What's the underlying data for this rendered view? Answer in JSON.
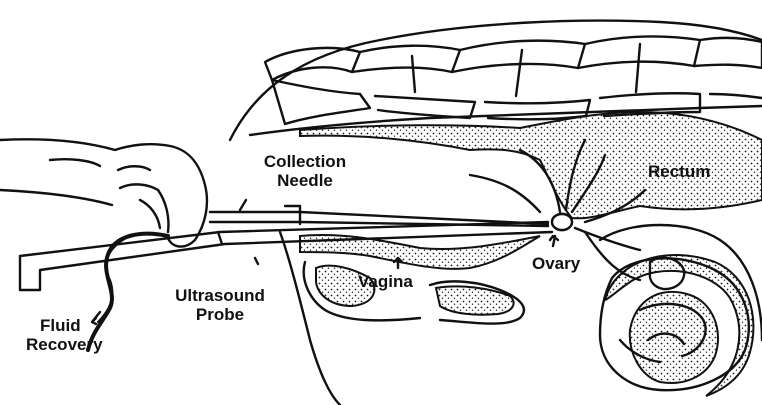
{
  "labels": {
    "collection_needle": [
      "Collection",
      "Needle"
    ],
    "rectum": "Rectum",
    "ultrasound_probe": [
      "Ultrasound",
      "Probe"
    ],
    "vagina": "Vagina",
    "ovary": "Ovary",
    "fluid_recovery": [
      "Fluid",
      "Recovery"
    ]
  },
  "colors": {
    "ink": "#111111",
    "background": "#ffffff",
    "stipple": "#1a1a1a"
  }
}
